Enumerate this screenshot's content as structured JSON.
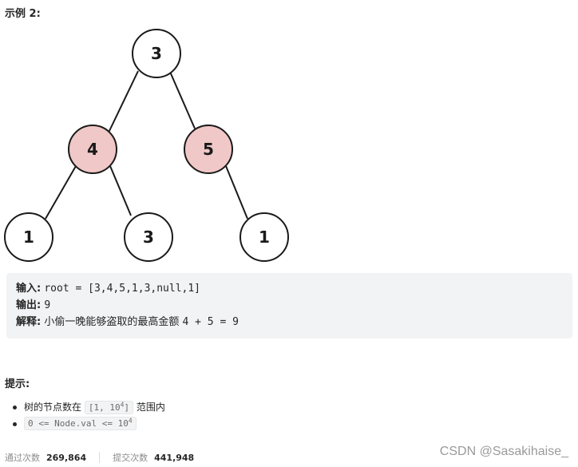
{
  "example": {
    "title": "示例 2:",
    "tree": {
      "nodes": [
        {
          "id": "root",
          "label": "3",
          "highlight": false
        },
        {
          "id": "l1-left",
          "label": "4",
          "highlight": true
        },
        {
          "id": "l1-right",
          "label": "5",
          "highlight": true
        },
        {
          "id": "l2-left-left",
          "label": "1",
          "highlight": false
        },
        {
          "id": "l2-left-right",
          "label": "3",
          "highlight": false
        },
        {
          "id": "l2-right-right",
          "label": "1",
          "highlight": false
        }
      ],
      "highlight_color": "#f0c8c7"
    },
    "input_label": "输入:",
    "input_value": "root = [3,4,5,1,3,null,1]",
    "output_label": "输出:",
    "output_value": "9",
    "explanation_label": "解释:",
    "explanation_text": "小偷一晚能够盗取的最高金额",
    "explanation_expr": "4 + 5 = 9"
  },
  "hints": {
    "title": "提示:",
    "item1_text": "树的节点数在",
    "item1_range": "[1, 10",
    "item1_exp": "4",
    "item1_close": "]",
    "item1_suffix": "范围内",
    "item2_code": "0 <= Node.val <= 10",
    "item2_exp": "4"
  },
  "stats": {
    "passed_label": "通过次数",
    "passed_value": "269,864",
    "submitted_label": "提交次数",
    "submitted_value": "441,948"
  },
  "watermark": "CSDN @Sasakihaise_"
}
